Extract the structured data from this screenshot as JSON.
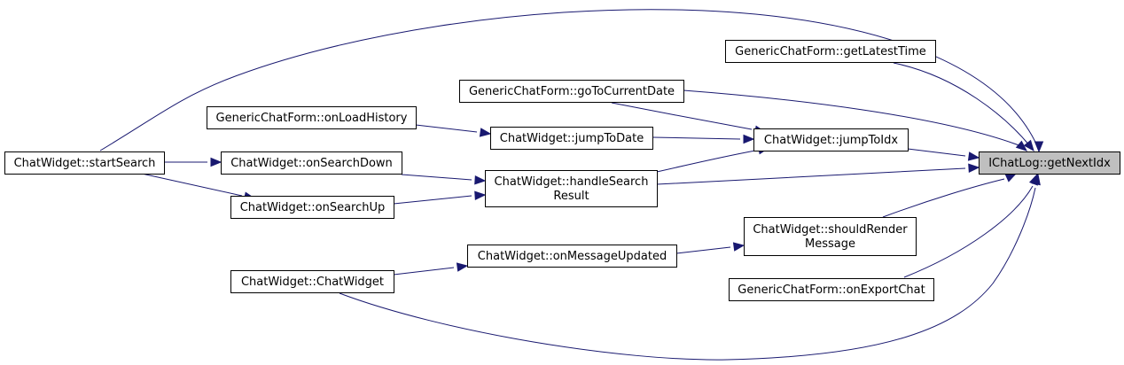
{
  "diagram": {
    "type": "caller-graph",
    "colors": {
      "edge": "#191970",
      "node_border": "#000000",
      "target_fill": "#bfbfbf",
      "node_fill": "#ffffff"
    },
    "nodes": [
      {
        "id": "target",
        "lines": [
          "IChatLog::getNextIdx"
        ],
        "highlighted": true
      },
      {
        "id": "getLatestTime",
        "lines": [
          "GenericChatForm::getLatestTime"
        ]
      },
      {
        "id": "goToCurrentDate",
        "lines": [
          "GenericChatForm::goToCurrentDate"
        ]
      },
      {
        "id": "onLoadHistory",
        "lines": [
          "GenericChatForm::onLoadHistory"
        ]
      },
      {
        "id": "jumpToDate",
        "lines": [
          "ChatWidget::jumpToDate"
        ]
      },
      {
        "id": "jumpToIdx",
        "lines": [
          "ChatWidget::jumpToIdx"
        ]
      },
      {
        "id": "startSearch",
        "lines": [
          "ChatWidget::startSearch"
        ]
      },
      {
        "id": "onSearchDown",
        "lines": [
          "ChatWidget::onSearchDown"
        ]
      },
      {
        "id": "handleSearchResult",
        "lines": [
          "ChatWidget::handleSearch",
          "Result"
        ]
      },
      {
        "id": "onSearchUp",
        "lines": [
          "ChatWidget::onSearchUp"
        ]
      },
      {
        "id": "shouldRenderMessage",
        "lines": [
          "ChatWidget::shouldRender",
          "Message"
        ]
      },
      {
        "id": "onMessageUpdated",
        "lines": [
          "ChatWidget::onMessageUpdated"
        ]
      },
      {
        "id": "chatWidgetCtor",
        "lines": [
          "ChatWidget::ChatWidget"
        ]
      },
      {
        "id": "onExportChat",
        "lines": [
          "GenericChatForm::onExportChat"
        ]
      }
    ],
    "edges": [
      {
        "from": "startSearch",
        "to": "target"
      },
      {
        "from": "getLatestTime",
        "to": "target"
      },
      {
        "from": "goToCurrentDate",
        "to": "target"
      },
      {
        "from": "goToCurrentDate",
        "to": "jumpToIdx"
      },
      {
        "from": "onLoadHistory",
        "to": "jumpToDate"
      },
      {
        "from": "jumpToDate",
        "to": "jumpToIdx"
      },
      {
        "from": "jumpToIdx",
        "to": "target"
      },
      {
        "from": "startSearch",
        "to": "onSearchDown"
      },
      {
        "from": "onSearchDown",
        "to": "handleSearchResult"
      },
      {
        "from": "handleSearchResult",
        "to": "jumpToIdx"
      },
      {
        "from": "handleSearchResult",
        "to": "target"
      },
      {
        "from": "startSearch",
        "to": "onSearchUp"
      },
      {
        "from": "onSearchUp",
        "to": "handleSearchResult"
      },
      {
        "from": "shouldRenderMessage",
        "to": "target"
      },
      {
        "from": "onMessageUpdated",
        "to": "shouldRenderMessage"
      },
      {
        "from": "chatWidgetCtor",
        "to": "onMessageUpdated"
      },
      {
        "from": "onExportChat",
        "to": "target"
      },
      {
        "from": "chatWidgetCtor",
        "to": "target"
      }
    ]
  }
}
